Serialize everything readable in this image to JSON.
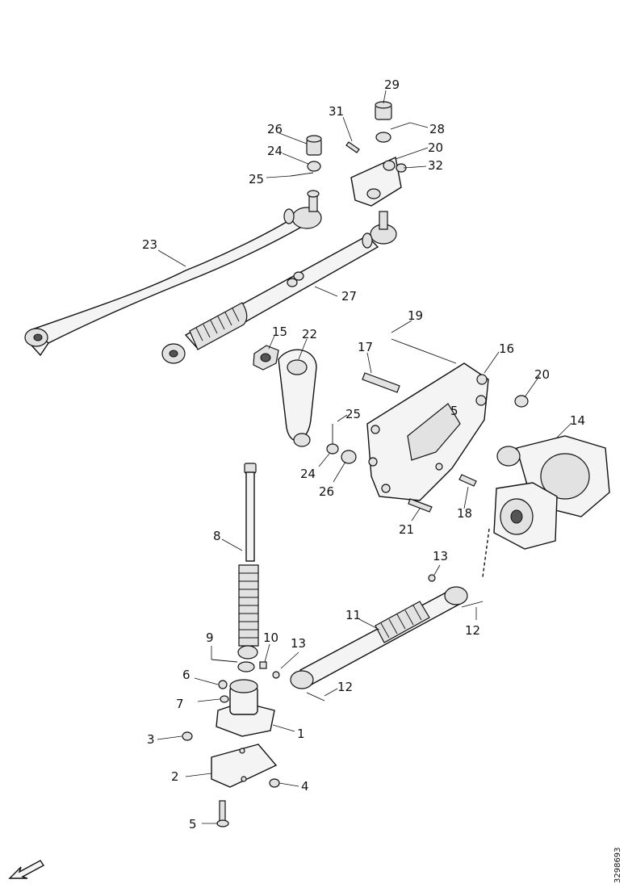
{
  "labels": {
    "l1": "1",
    "l2": "2",
    "l3": "3",
    "l4": "4",
    "l5": "5",
    "l6": "6",
    "l7": "7",
    "l8": "8",
    "l9": "9",
    "l10": "10",
    "l11": "11",
    "l12a": "12",
    "l12b": "12",
    "l13a": "13",
    "l13b": "13",
    "l14": "14",
    "l15": "15",
    "l16": "16",
    "l17": "17",
    "l18": "18",
    "l19": "19",
    "l20a": "20",
    "l20b": "20",
    "l21": "21",
    "l22": "22",
    "l23": "23",
    "l24a": "24",
    "l24b": "24",
    "l25a": "25",
    "l25b": "25",
    "l26a": "26",
    "l26b": "26",
    "l27": "27",
    "l28": "28",
    "l29": "29",
    "l31": "31",
    "l32": "32"
  },
  "drawing_code": "3298693",
  "icons": {
    "direction": "direction-arrow-icon"
  }
}
